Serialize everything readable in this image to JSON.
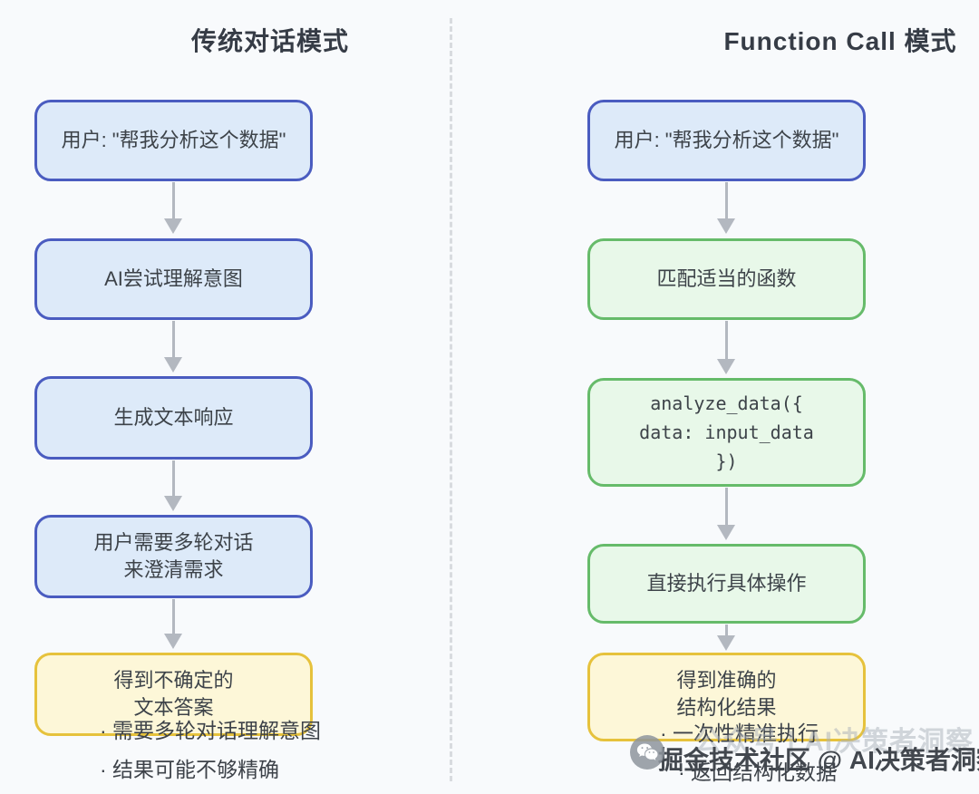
{
  "titles": {
    "left": "传统对话模式",
    "right": "Function Call 模式"
  },
  "left_column": {
    "boxes": [
      {
        "text": "用户: \"帮我分析这个数据\"",
        "style": "blue"
      },
      {
        "text": "AI尝试理解意图",
        "style": "blue"
      },
      {
        "text": "生成文本响应",
        "style": "blue"
      },
      {
        "text": "用户需要多轮对话\n来澄清需求",
        "style": "blue"
      },
      {
        "text": "得到不确定的\n文本答案",
        "style": "yellow"
      }
    ],
    "bullets": [
      "· 需要多轮对话理解意图",
      "· 结果可能不够精确"
    ]
  },
  "right_column": {
    "boxes": [
      {
        "text": "用户: \"帮我分析这个数据\"",
        "style": "blue"
      },
      {
        "text": "匹配适当的函数",
        "style": "green"
      },
      {
        "text": "analyze_data({\ndata: input_data\n})",
        "style": "green-code"
      },
      {
        "text": "直接执行具体操作",
        "style": "green"
      },
      {
        "text": "得到准确的\n结构化结果",
        "style": "yellow"
      }
    ],
    "bullets": [
      "· 一次性精准执行",
      "· 返回结构化数据"
    ]
  },
  "watermark": {
    "ghost": "公众号 | AI决策者洞察",
    "main": "掘金技术社区 @ AI决策者洞察",
    "icon": "wechat-icon"
  },
  "colors": {
    "background": "#f8fafc",
    "blue_border": "#4a5cc0",
    "blue_fill": "#ddeaf9",
    "green_border": "#66bb6a",
    "green_fill": "#e8f8e9",
    "yellow_border": "#e6c23c",
    "yellow_fill": "#fdf7d8",
    "arrow": "#b3b8c0",
    "text": "#3d4349"
  }
}
